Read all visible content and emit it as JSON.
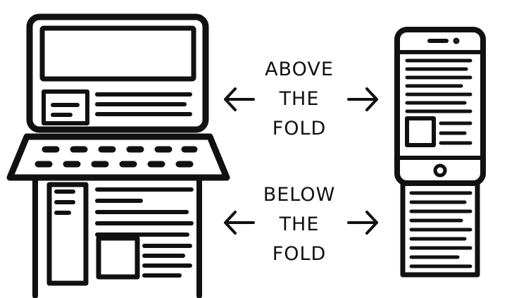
{
  "labels": {
    "above": {
      "line1": "ABOVE",
      "line2": "THE",
      "line3": "FOLD"
    },
    "below": {
      "line1": "BELOW",
      "line2": "THE",
      "line3": "FOLD"
    }
  },
  "colors": {
    "ink": "#111111",
    "background": "#ffffff"
  },
  "icons": {
    "desktop": "laptop-icon",
    "mobile": "smartphone-icon",
    "arrows": [
      "arrow-left-icon",
      "arrow-right-icon"
    ]
  }
}
